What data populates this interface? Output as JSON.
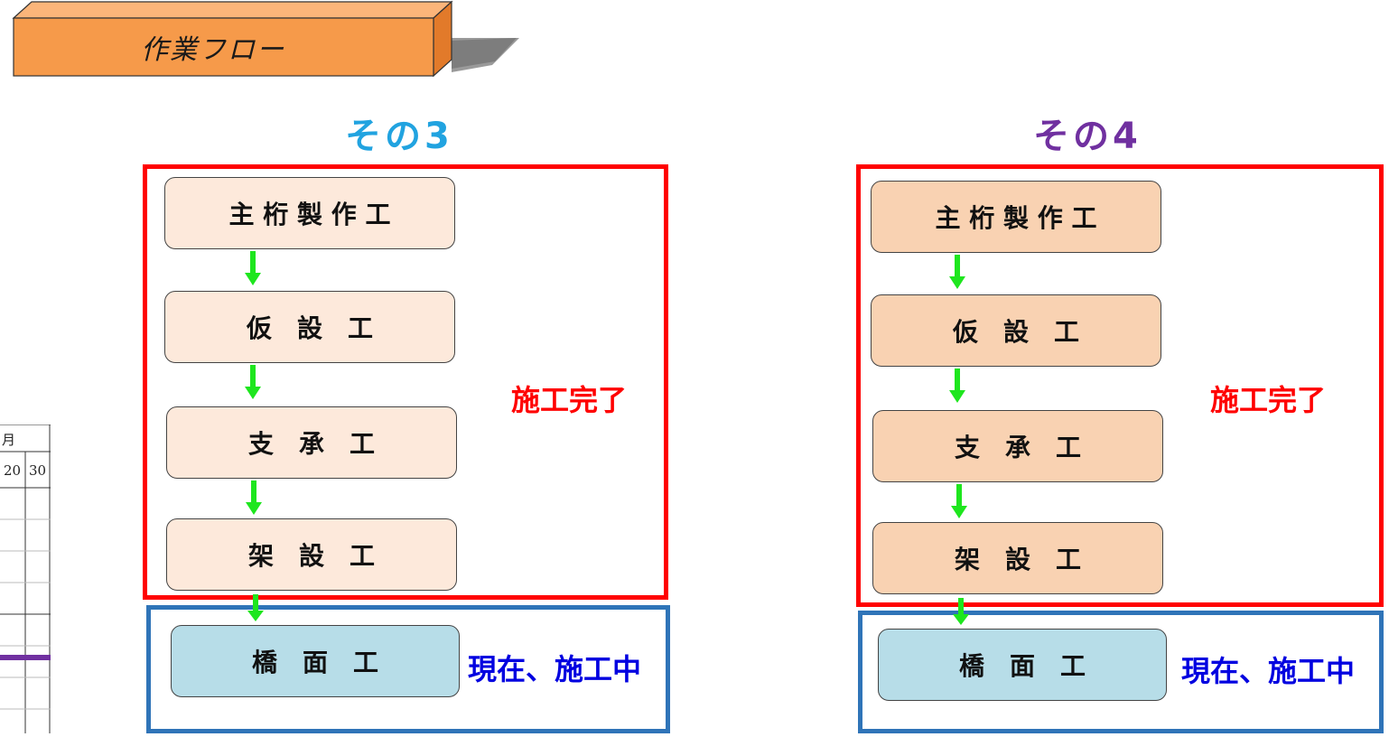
{
  "banner": {
    "label": "作業フロー"
  },
  "colors": {
    "frame_done": "#ff0000",
    "frame_current": "#2f74b8",
    "arrow": "#1ee61e",
    "status_done": "#ff0000",
    "status_current": "#0000e0",
    "phase3_title": "#21a3e0",
    "phase4_title": "#7030a0",
    "phase3_step_fill": "#fde9db",
    "phase4_step_fill": "#f9d2b2",
    "current_step_fill": "#b7dde8"
  },
  "gantt": {
    "header": "月",
    "col1": "20",
    "col2": "30"
  },
  "flows": [
    {
      "title": "その3",
      "steps": [
        "主 桁 製 作 工",
        "仮　設　工",
        "支　承　工",
        "架　設　工"
      ],
      "done_label": "施工完了",
      "current_step": "橋　面　工",
      "current_label": "現在、施工中"
    },
    {
      "title": "その4",
      "steps": [
        "主 桁 製 作 工",
        "仮　設　工",
        "支　承　工",
        "架　設　工"
      ],
      "done_label": "施工完了",
      "current_step": "橋　面　工",
      "current_label": "現在、施工中"
    }
  ]
}
